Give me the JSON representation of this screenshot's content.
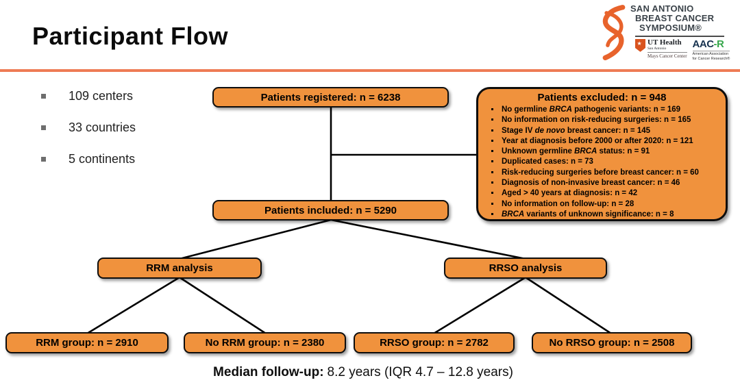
{
  "title": "Participant Flow",
  "logo": {
    "symposium_line1": "SAN ANTONIO",
    "symposium_line2": "BREAST CANCER",
    "symposium_line3": "SYMPOSIUM®",
    "ut_health": {
      "name": "UT Health",
      "subtitle": "San Antonio",
      "center": "Mays Cancer Center"
    },
    "aacr": {
      "word_main": "AAC",
      "word_accent": "R",
      "subtitle_line1": "American Association",
      "subtitle_line2": "for Cancer Research®"
    }
  },
  "stats": [
    "109 centers",
    "33 countries",
    "5 continents"
  ],
  "flow": {
    "registered": "Patients registered: n = 6238",
    "included": "Patients included: n = 5290",
    "rrm_analysis": "RRM analysis",
    "rrso_analysis": "RRSO analysis",
    "rrm_group": "RRM group: n = 2910",
    "no_rrm_group": "No RRM group: n = 2380",
    "rrso_group": "RRSO group: n = 2782",
    "no_rrso_group": "No RRSO group: n = 2508",
    "excluded_title": "Patients excluded: n = 948",
    "excluded_items": [
      {
        "pre": "No germline ",
        "italic": "BRCA",
        "post": " pathogenic variants: n = 169"
      },
      {
        "pre": "No information on risk-reducing surgeries: n = 165",
        "italic": "",
        "post": ""
      },
      {
        "pre": "Stage IV ",
        "italic": "de novo",
        "post": " breast cancer: n = 145"
      },
      {
        "pre": "Year at diagnosis before 2000 or after 2020: n = 121",
        "italic": "",
        "post": ""
      },
      {
        "pre": "Unknown germline ",
        "italic": "BRCA",
        "post": " status: n = 91"
      },
      {
        "pre": "Duplicated cases: n = 73",
        "italic": "",
        "post": ""
      },
      {
        "pre": "Risk-reducing surgeries before breast cancer: n = 60",
        "italic": "",
        "post": ""
      },
      {
        "pre": "Diagnosis of non-invasive breast cancer: n = 46",
        "italic": "",
        "post": ""
      },
      {
        "pre": "Aged > 40 years at diagnosis: n = 42",
        "italic": "",
        "post": ""
      },
      {
        "pre": "No information on follow-up: n = 28",
        "italic": "",
        "post": ""
      },
      {
        "pre": "",
        "italic": "BRCA",
        "post": " variants of unknown significance: n = 8"
      }
    ]
  },
  "footer": {
    "label": "Median follow-up:",
    "value": "8.2 years (IQR 4.7 – 12.8 years)"
  },
  "colors": {
    "node_fill": "#F0923D",
    "node_border": "#0d0d0d",
    "accent_divider": "#EE7B55",
    "ribbon_orange": "#E8632C",
    "aacr_navy": "#17324F",
    "aacr_green": "#35A64A"
  }
}
